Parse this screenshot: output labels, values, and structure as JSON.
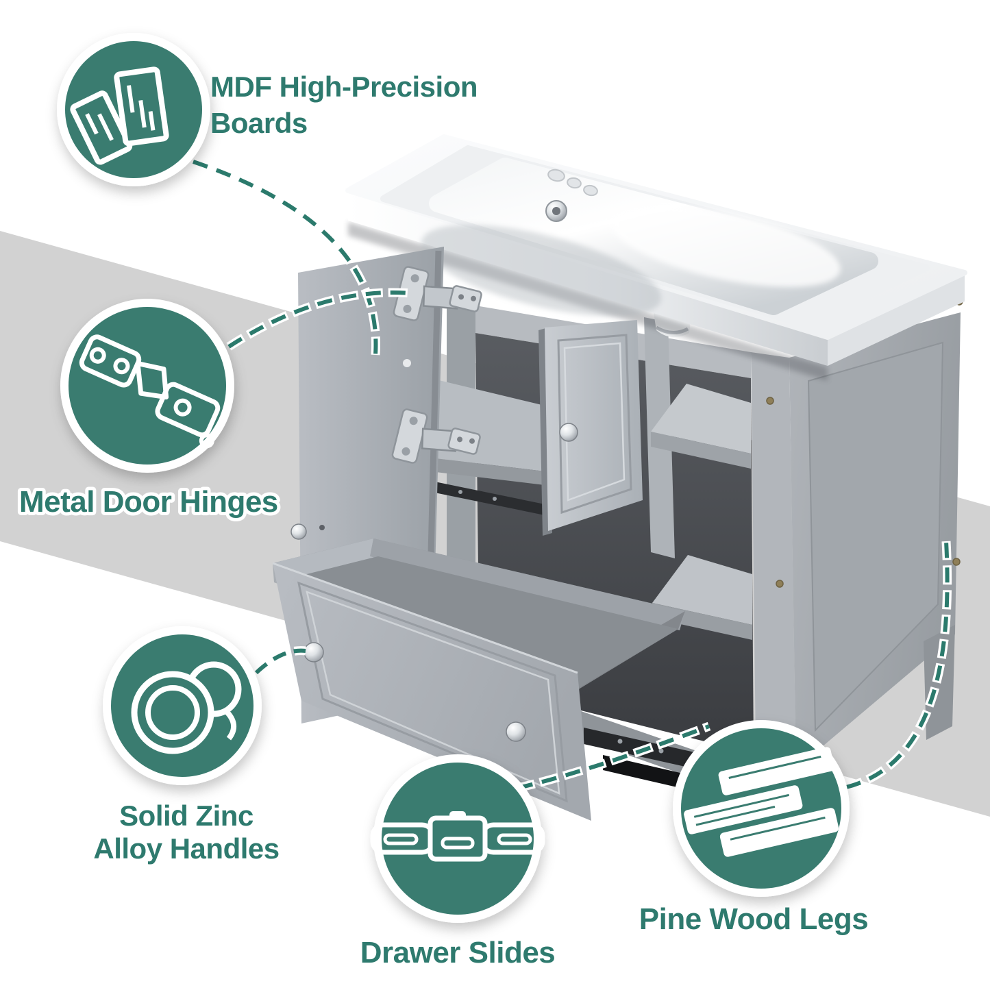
{
  "colors": {
    "accent_teal": "#3A7C70",
    "dash_teal": "#2B7A6C",
    "label_teal": "#2E7A6E",
    "band_gray": "#D2D2D2",
    "cabinet_gray": "#AFB4B9",
    "sink_white": "#F7F8FA",
    "hardware_chrome": "#C9CDD2",
    "slide_black": "#2A2C2F",
    "screw_bronze": "#8F7F58"
  },
  "callouts": {
    "mdf_boards": {
      "icon": "boards-icon",
      "lines": [
        "MDF High-Precision",
        "Boards"
      ]
    },
    "door_hinges": {
      "icon": "door-hinge-icon",
      "label": "Metal Door Hinges"
    },
    "zinc_handles": {
      "icon": "round-knob-icon",
      "lines": [
        "Solid Zinc",
        "Alloy Handles"
      ]
    },
    "drawer_slides": {
      "icon": "drawer-slide-icon",
      "label": "Drawer Slides"
    },
    "pine_legs": {
      "icon": "wood-planks-icon",
      "label": "Pine Wood Legs"
    }
  }
}
